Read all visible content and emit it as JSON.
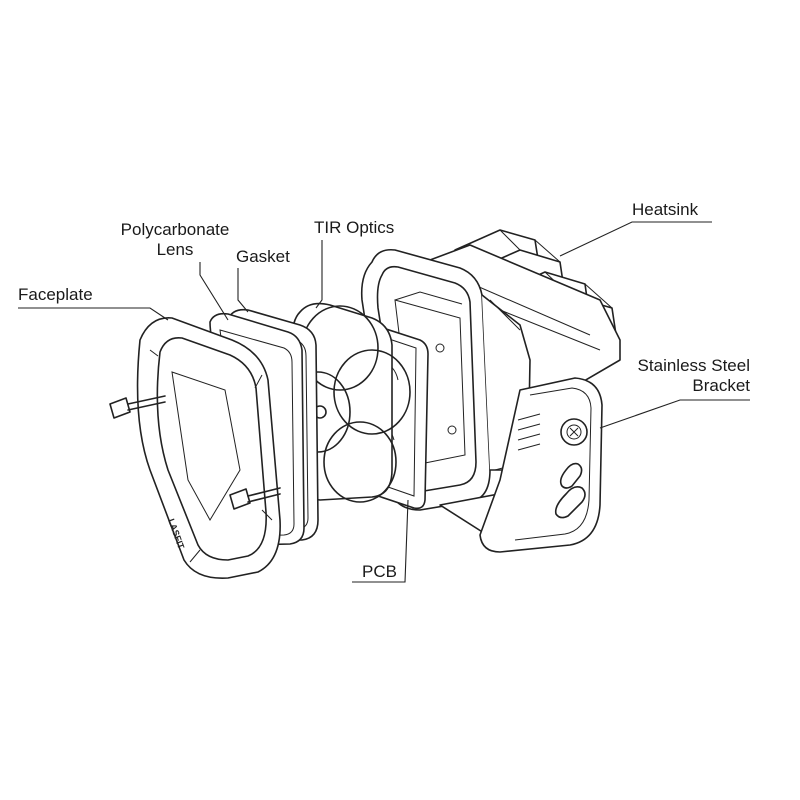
{
  "labels": {
    "faceplate": "Faceplate",
    "lens_line1": "Polycarbonate",
    "lens_line2": "Lens",
    "gasket": "Gasket",
    "optics": "TIR Optics",
    "heatsink": "Heatsink",
    "bracket_line1": "Stainless Steel",
    "bracket_line2": "Bracket",
    "pcb": "PCB"
  },
  "faceplate_logo": "LASFIT",
  "colors": {
    "ink": "#222222",
    "optic_fill": "#8d8d8d",
    "background": "#ffffff"
  }
}
